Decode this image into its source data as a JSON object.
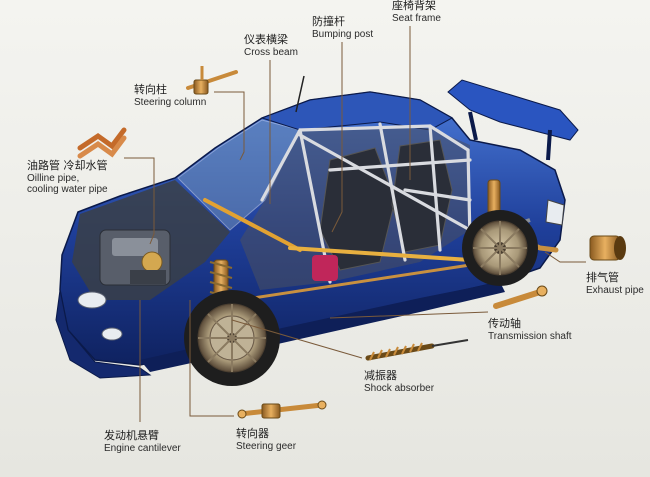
{
  "labels": {
    "seat_frame": {
      "zh": "座椅背架",
      "en": "Seat frame"
    },
    "bumping_post": {
      "zh": "防撞杆",
      "en": "Bumping post"
    },
    "cross_beam": {
      "zh": "仪表横梁",
      "en": "Cross beam"
    },
    "steering_column": {
      "zh": "转向柱",
      "en": "Steering column"
    },
    "oil_pipe": {
      "zh": "油路管  冷却水管",
      "en1": "Oilline pipe,",
      "en2": "cooling water pipe"
    },
    "exhaust_pipe": {
      "zh": "排气管",
      "en": "Exhaust pipe"
    },
    "transmission_shaft": {
      "zh": "传动轴",
      "en": "Transmission shaft"
    },
    "shock_absorber": {
      "zh": "减振器",
      "en": "Shock absorber"
    },
    "steering_gear": {
      "zh": "转向器",
      "en": "Steering geer"
    },
    "engine_cantilever": {
      "zh": "发动机悬臂",
      "en": "Engine cantilever"
    }
  },
  "colors": {
    "car_body": "#1f3f9a",
    "car_highlight": "#3f6fd0",
    "roll_cage": "#d9dbe0",
    "part_gold": "#c88a3a",
    "part_copper": "#c46a2a",
    "leader": "#7a5a3a",
    "tire": "#222222"
  }
}
